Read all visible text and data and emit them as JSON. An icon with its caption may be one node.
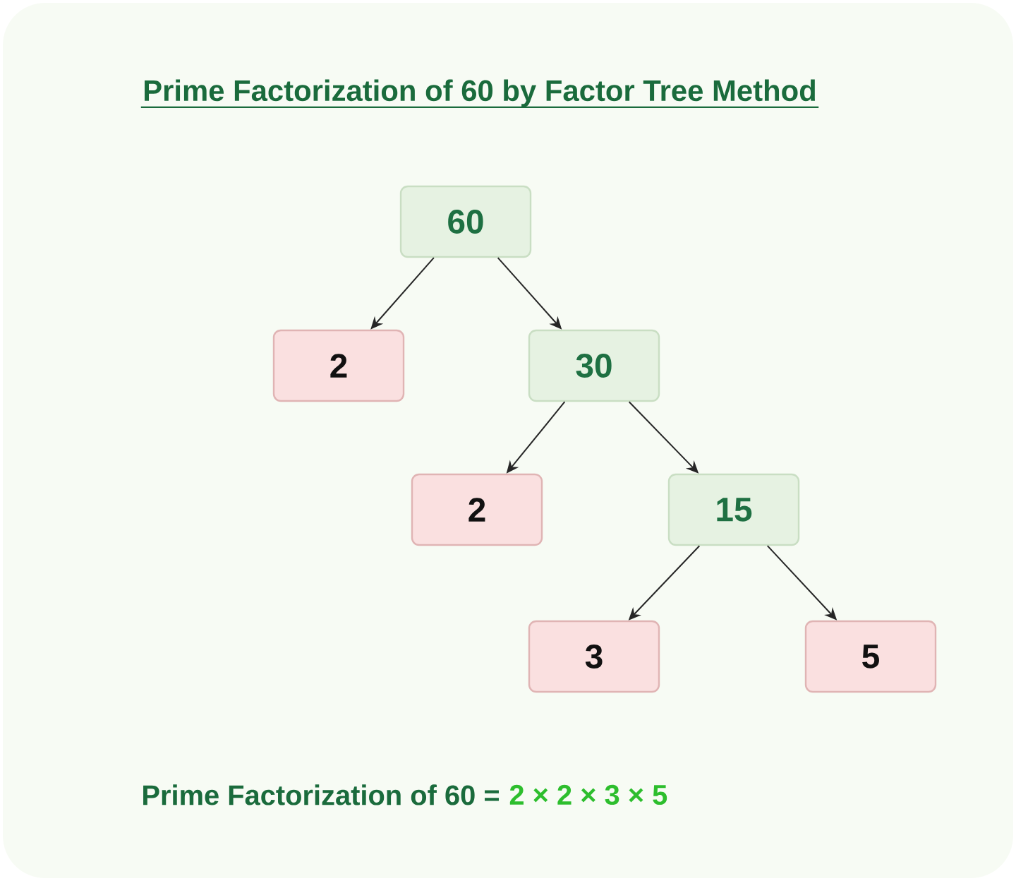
{
  "diagram": {
    "title": "Prime Factorization of 60 by Factor Tree Method",
    "nodes": [
      {
        "text": [
          "60"
        ]
      },
      {
        "text": [
          "2"
        ]
      },
      {
        "text": [
          "30"
        ]
      },
      {
        "text": [
          "2"
        ]
      },
      {
        "text": [
          "15"
        ]
      },
      {
        "text": [
          "3"
        ]
      },
      {
        "text": [
          "5"
        ]
      }
    ],
    "edges": [
      {
        "from": 0,
        "to": 1,
        "arrow": "to"
      },
      {
        "from": 0,
        "to": 2,
        "arrow": "to"
      },
      {
        "from": 2,
        "to": 3,
        "arrow": "to"
      },
      {
        "from": 2,
        "to": 4,
        "arrow": "to"
      },
      {
        "from": 4,
        "to": 5,
        "arrow": "to"
      },
      {
        "from": 4,
        "to": 6,
        "arrow": "to"
      }
    ],
    "labels": [
      "Prime Factorization of 60 =",
      "2 × 2 × 3 × 5"
    ]
  }
}
